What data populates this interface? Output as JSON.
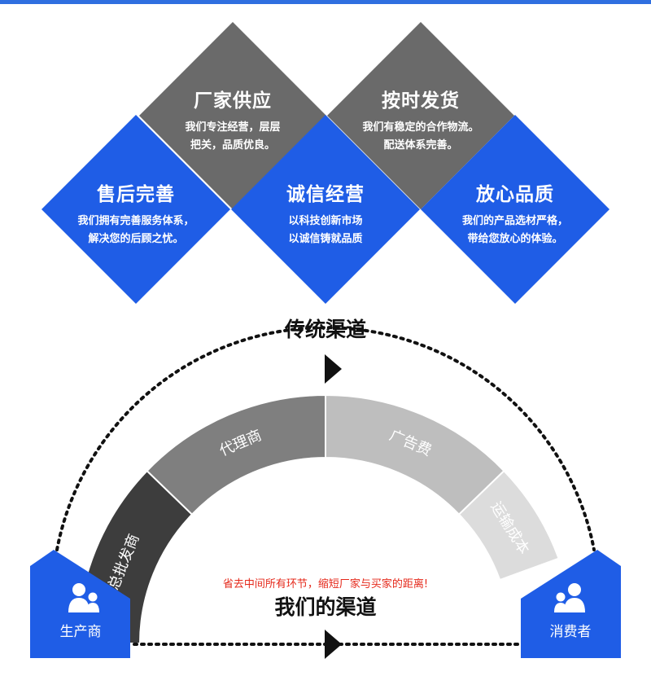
{
  "colors": {
    "accent_blue": "#1f5de6",
    "gray_diamond": "#6a6a6a",
    "top_bar": "#2f6fe0",
    "segment_1": "#3d3d3d",
    "segment_2": "#7f7f7f",
    "segment_3": "#bebebe",
    "segment_4": "#dcdcdc",
    "highlight_red": "#e5281a"
  },
  "features": [
    {
      "title": "厂家供应",
      "lines": [
        "我们专注经营，层层",
        "把关，品质优良。"
      ],
      "color": "gray"
    },
    {
      "title": "按时发货",
      "lines": [
        "我们有稳定的合作物流。",
        "配送体系完善。"
      ],
      "color": "gray"
    },
    {
      "title": "售后完善",
      "lines": [
        "我们拥有完善服务体系，",
        "解决您的后顾之忧。"
      ],
      "color": "blue"
    },
    {
      "title": "诚信经营",
      "lines": [
        "以科技创新市场",
        "以诚信铸就品质"
      ],
      "color": "blue"
    },
    {
      "title": "放心品质",
      "lines": [
        "我们的产品选材严格，",
        "带给您放心的体验。"
      ],
      "color": "blue"
    }
  ],
  "channels": {
    "traditional_label": "传统渠道",
    "ours_label": "我们的渠道",
    "tagline": "省去中间所有环节，缩短厂家与买家的距离!",
    "producer_label": "生产商",
    "consumer_label": "消费者",
    "producer_icon": "people-icon",
    "consumer_icon": "people-icon",
    "segments": [
      "总批发商",
      "代理商",
      "广告费",
      "运输成本"
    ]
  }
}
